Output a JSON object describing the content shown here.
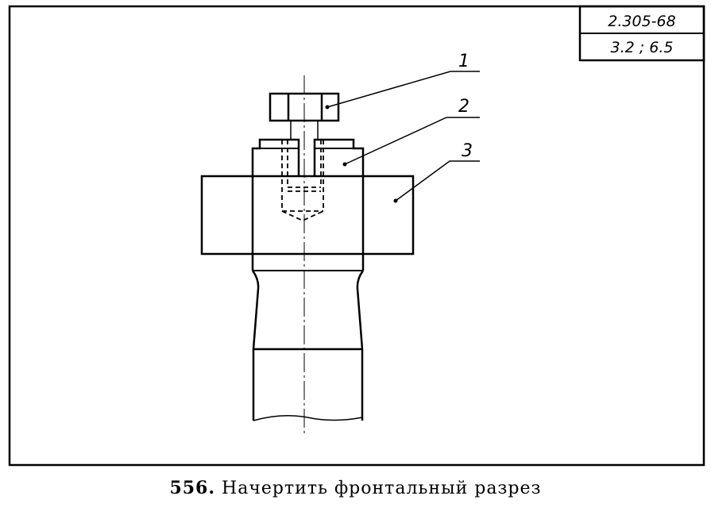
{
  "stamp": {
    "standard": "2.305-68",
    "clauses": "3.2 ; 6.5"
  },
  "callouts": [
    "1",
    "2",
    "3"
  ],
  "caption": {
    "number": "556.",
    "text": "Начертить фронтальный разрез"
  }
}
